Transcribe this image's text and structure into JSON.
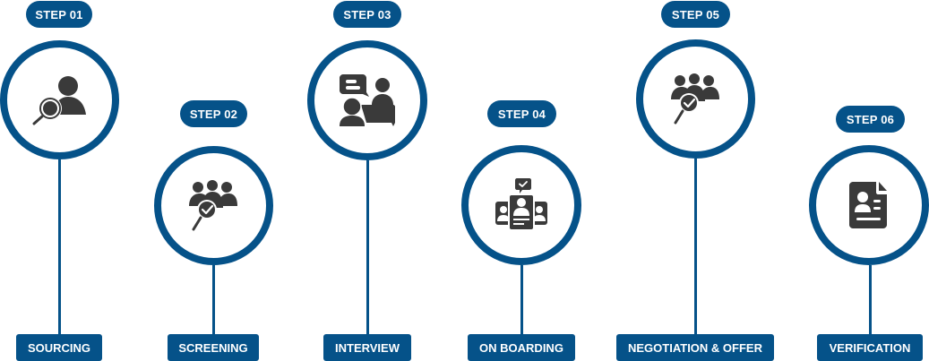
{
  "colors": {
    "accent": "#055289",
    "icon": "#3a3a3a",
    "background": "#ffffff"
  },
  "steps": [
    {
      "step_label": "STEP 01",
      "title": "SOURCING",
      "icon": "user-search-icon"
    },
    {
      "step_label": "STEP 02",
      "title": "SCREENING",
      "icon": "group-check-search-icon"
    },
    {
      "step_label": "STEP 03",
      "title": "INTERVIEW",
      "icon": "interview-chat-icon"
    },
    {
      "step_label": "STEP 04",
      "title": "ON BOARDING",
      "icon": "team-approval-icon"
    },
    {
      "step_label": "STEP 05",
      "title": "NEGOTIATION & OFFER",
      "icon": "group-check-search-icon"
    },
    {
      "step_label": "STEP 06",
      "title": "VERIFICATION",
      "icon": "profile-document-icon"
    }
  ]
}
